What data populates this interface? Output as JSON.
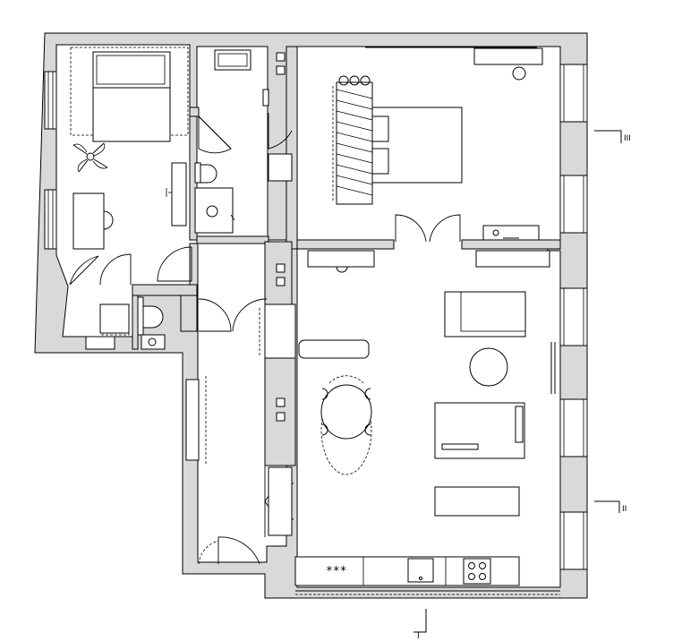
{
  "section_marks": [
    {
      "id": "section-mark-1",
      "label": "III"
    },
    {
      "id": "section-mark-2",
      "label": "II"
    },
    {
      "id": "section-mark-3",
      "label": "I"
    }
  ],
  "hob_label": "***"
}
